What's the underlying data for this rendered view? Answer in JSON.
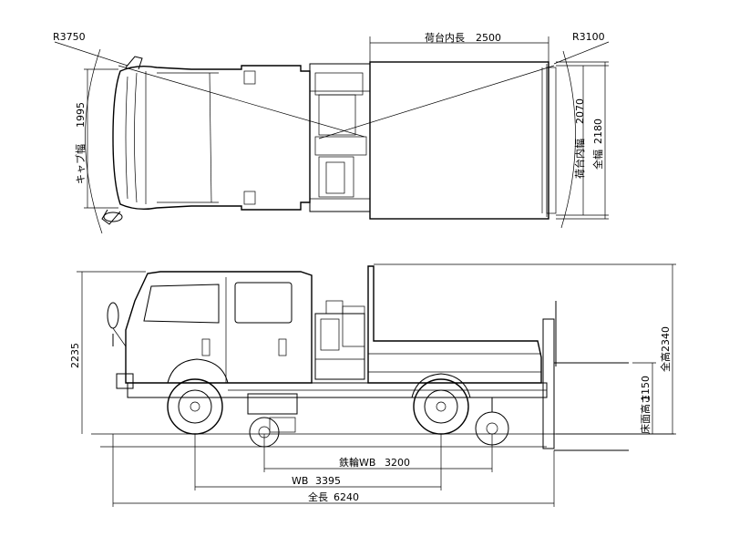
{
  "top_view": {
    "cargo_inner_length_label": "荷台内長",
    "cargo_inner_length_value": "2500",
    "radius_front": "R3750",
    "radius_rear": "R3100",
    "cab_width_label": "キャブ幅",
    "cab_width_value": "1995",
    "cargo_inner_width_label": "荷台内幅",
    "cargo_inner_width_value": "2070",
    "overall_width_label": "全幅",
    "overall_width_value": "2180"
  },
  "side_view": {
    "cab_height_value": "2235",
    "overall_height_label": "全高",
    "overall_height_value": "2340",
    "deck_height_label": "床面高さ",
    "deck_height_value": "1150",
    "rail_wb_label": "鉄輪WB",
    "rail_wb_value": "3200",
    "wb_label": "WB",
    "wb_value": "3395",
    "overall_length_label": "全長",
    "overall_length_value": "6240"
  }
}
